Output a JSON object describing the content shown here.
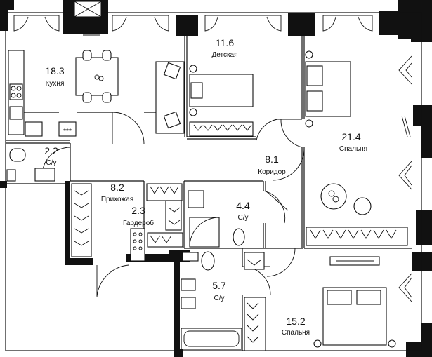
{
  "rooms": [
    {
      "area": "18.3",
      "name": "Кухня"
    },
    {
      "area": "11.6",
      "name": "Детская"
    },
    {
      "area": "21.4",
      "name": "Спальня"
    },
    {
      "area": "2.2",
      "name": "С/у"
    },
    {
      "area": "8.1",
      "name": "Коридор"
    },
    {
      "area": "8.2",
      "name": "Прихожая"
    },
    {
      "area": "4.4",
      "name": "С/у"
    },
    {
      "area": "2.3",
      "name": "Гардероб"
    },
    {
      "area": "5.7",
      "name": "С/у"
    },
    {
      "area": "15.2",
      "name": "Спальня"
    }
  ],
  "colors": {
    "wall": "#111111",
    "background": "#ffffff"
  }
}
